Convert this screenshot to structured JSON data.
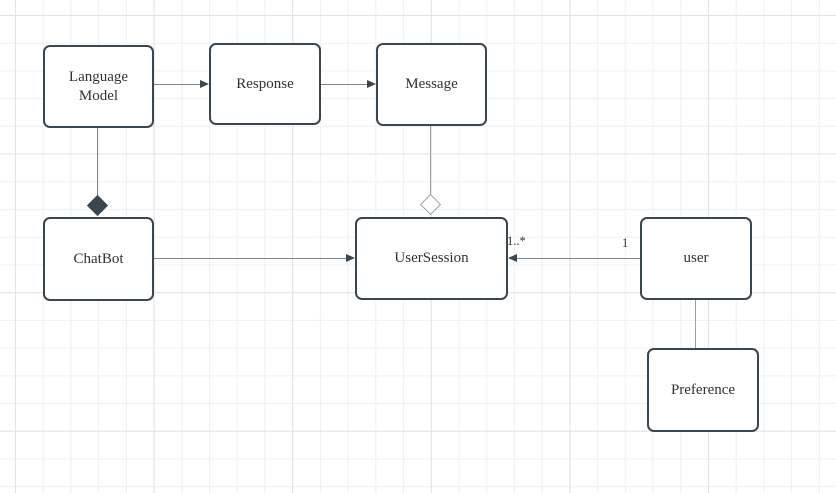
{
  "diagram": {
    "nodes": [
      {
        "id": "language-model",
        "label": "Language Model"
      },
      {
        "id": "response",
        "label": "Response"
      },
      {
        "id": "message",
        "label": "Message"
      },
      {
        "id": "chatbot",
        "label": "ChatBot"
      },
      {
        "id": "usersession",
        "label": "UserSession"
      },
      {
        "id": "user",
        "label": "user"
      },
      {
        "id": "preference",
        "label": "Preference"
      }
    ],
    "edge_labels": {
      "usersession_multiplicity": "1..*",
      "user_multiplicity": "1"
    },
    "colors": {
      "node_border": "#3a4650",
      "node_fill": "#ffffff",
      "text": "#2e3338",
      "connector": "#7e868e",
      "connector_light": "#9aa0a6",
      "arrowhead": "#3a4650",
      "grid_minor": "#f0f0f2",
      "grid_major": "#e3e3e6",
      "canvas": "#ffffff"
    }
  }
}
